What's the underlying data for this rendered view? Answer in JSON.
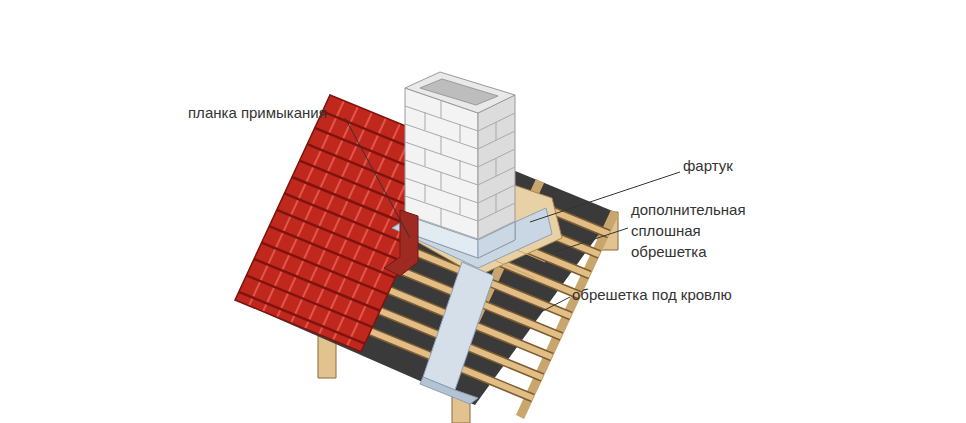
{
  "diagram": {
    "labels": [
      "планка примыкания",
      "фартук",
      "дополнительная сплошная обрешетка",
      "обрешетка под кровлю"
    ]
  }
}
